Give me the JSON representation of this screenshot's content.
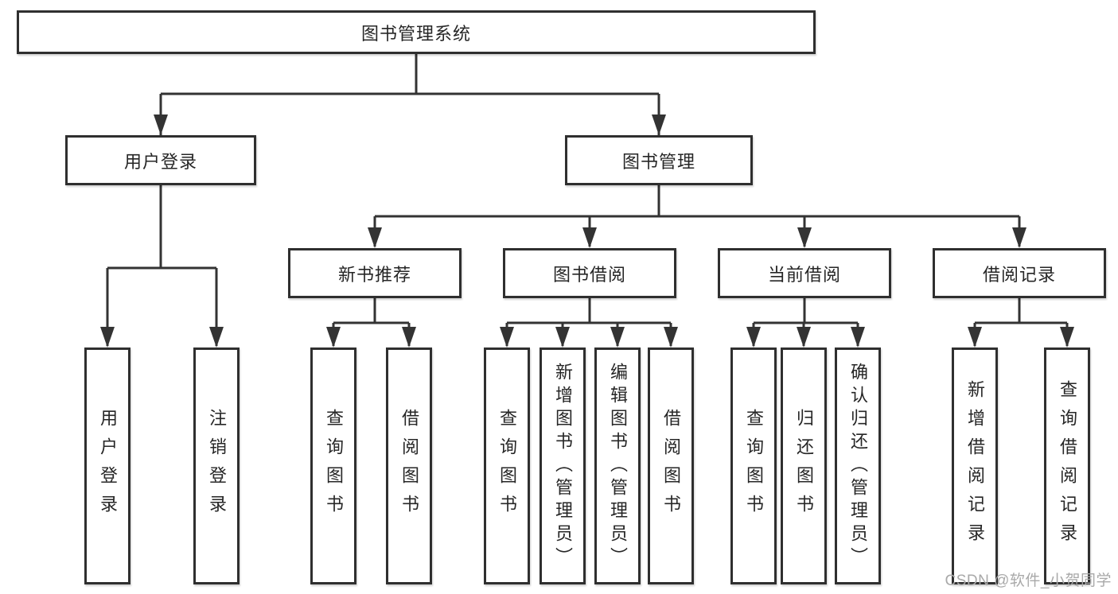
{
  "colors": {
    "line": "#333333",
    "box_border": "#2f2f2f",
    "text": "#262626",
    "watermark": "#a9a9a9"
  },
  "watermark": "CSDN @软件_小贺同学",
  "tree": {
    "label": "图书管理系统",
    "children": [
      {
        "label": "用户登录",
        "children": [
          {
            "label": "用户登录"
          },
          {
            "label": "注销登录"
          }
        ]
      },
      {
        "label": "图书管理",
        "children": [
          {
            "label": "新书推荐",
            "children": [
              {
                "label": "查询图书"
              },
              {
                "label": "借阅图书"
              }
            ]
          },
          {
            "label": "图书借阅",
            "children": [
              {
                "label": "查询图书"
              },
              {
                "label": "新增图书（管理员）"
              },
              {
                "label": "编辑图书（管理员）"
              },
              {
                "label": "借阅图书"
              }
            ]
          },
          {
            "label": "当前借阅",
            "children": [
              {
                "label": "查询图书"
              },
              {
                "label": "归还图书"
              },
              {
                "label": "确认归还（管理员）"
              }
            ]
          },
          {
            "label": "借阅记录",
            "children": [
              {
                "label": "新增借阅记录"
              },
              {
                "label": "查询借阅记录"
              }
            ]
          }
        ]
      }
    ]
  }
}
